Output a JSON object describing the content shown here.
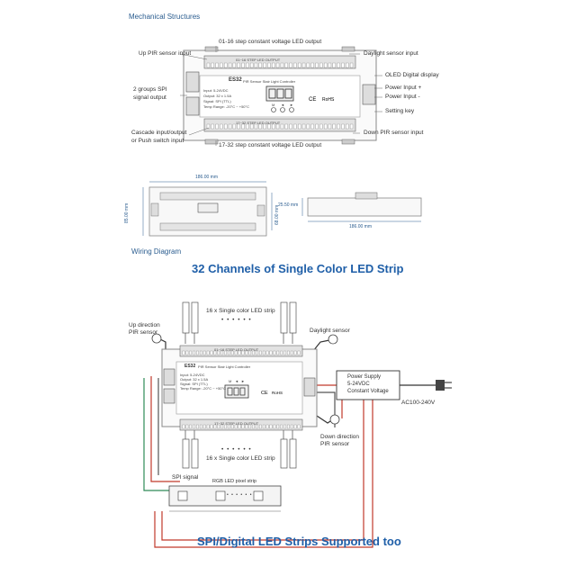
{
  "sections": {
    "mechanical": "Mechanical Structures",
    "wiring": "Wiring Diagram"
  },
  "headings": {
    "single_color": "32 Channels of Single Color LED Strip",
    "spi": "SPI/Digital LED Strips Supported too"
  },
  "mech_labels": {
    "out_top": "01-16 step constant voltage LED output",
    "up_pir": "Up PIR sensor input",
    "daylight": "Daylight sensor input",
    "oled": "OLED Digital display",
    "power_plus": "Power Input +",
    "power_minus": "Power Input -",
    "setting": "Setting key",
    "spi_out_1": "2 groups SPI",
    "spi_out_2": "signal output",
    "cascade_1": "Cascade input/output",
    "cascade_2": "or Push switch input",
    "down_pir": "Down PIR sensor input",
    "out_bottom": "17-32 step constant voltage LED output"
  },
  "device": {
    "model": "ES32",
    "name": "PIR Sensor Stair Light Controller",
    "buttons": [
      "M",
      "◄",
      "►"
    ],
    "specs": [
      "Input: 5-24VDC",
      "Output: 32 x 1.5A",
      "Signal: SPI (TTL)",
      "Temp Range: -20°C ~ +50°C"
    ],
    "strip_top": "01~16 STEP LED OUTPUT",
    "strip_bottom": "17~32 STEP LED OUTPUT"
  },
  "dimensions": {
    "width_top": "186.00 mm",
    "height_left": "85.00 mm",
    "height_right": "68.00 mm",
    "depth": "25.50 mm",
    "width_side": "186.00 mm"
  },
  "wiring_labels": {
    "strip_top": "16 x Single color LED strip",
    "strip_bottom": "16 x Single color LED strip",
    "up_pir_1": "Up direction",
    "up_pir_2": "PIR sensor",
    "daylight": "Daylight sensor",
    "down_pir_1": "Down direction",
    "down_pir_2": "PIR sensor",
    "ps_1": "Power Supply",
    "ps_2": "5-24VDC",
    "ps_3": "Constant Voltage",
    "ac": "AC100-240V",
    "spi_signal": "SPI signal",
    "rgb_strip": "RGB LED pixel strip",
    "dots": "• • • • • •"
  },
  "colors": {
    "heading": "#1f5fa8",
    "section": "#2a5c8f",
    "wire_red": "#c0392b",
    "wire_green": "#2e8b57"
  }
}
